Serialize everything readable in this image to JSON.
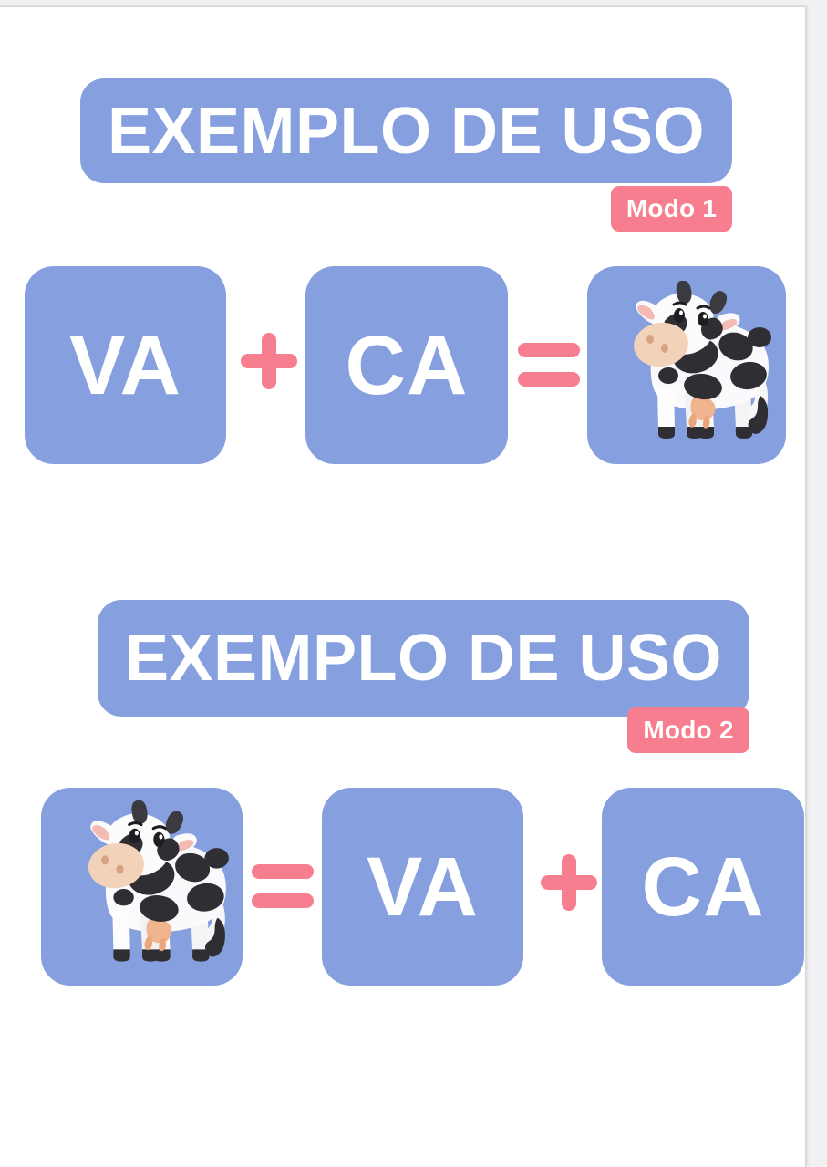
{
  "theme": {
    "blue": "#869FDE",
    "pink": "#F77E8E",
    "text_on_color": "#FFFFFF",
    "page_background": "#FFFFFF"
  },
  "sections": [
    {
      "title": "EXEMPLO DE USO",
      "badge": "Modo 1",
      "equation": [
        {
          "kind": "term",
          "label": "VA"
        },
        {
          "kind": "operator",
          "label": "+",
          "icon": "plus-icon"
        },
        {
          "kind": "term",
          "label": "CA"
        },
        {
          "kind": "operator",
          "label": "=",
          "icon": "equals-icon"
        },
        {
          "kind": "image",
          "label": "cow-illustration"
        }
      ]
    },
    {
      "title": "EXEMPLO DE USO",
      "badge": "Modo 2",
      "equation": [
        {
          "kind": "image",
          "label": "cow-illustration"
        },
        {
          "kind": "operator",
          "label": "=",
          "icon": "equals-icon"
        },
        {
          "kind": "term",
          "label": "VA"
        },
        {
          "kind": "operator",
          "label": "+",
          "icon": "plus-icon"
        },
        {
          "kind": "term",
          "label": "CA"
        }
      ]
    }
  ]
}
